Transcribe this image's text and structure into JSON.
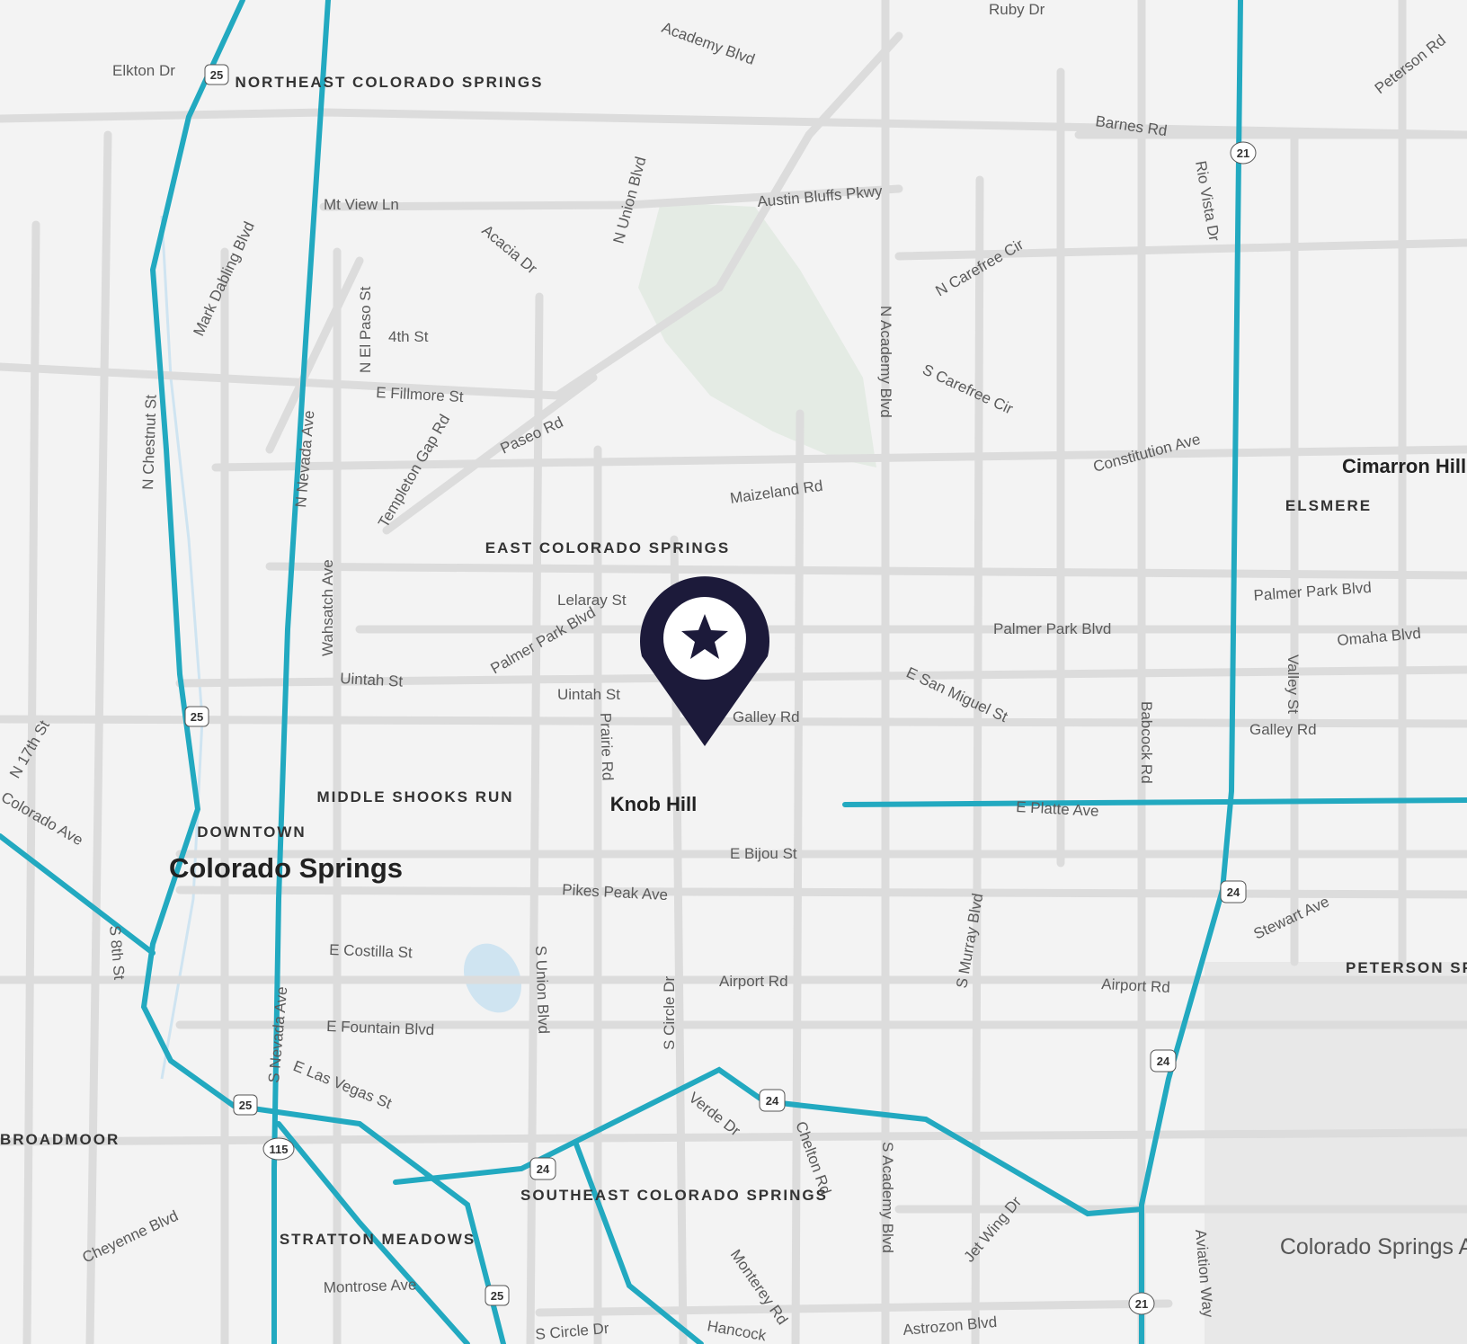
{
  "map": {
    "city": "Colorado Springs",
    "neighborhoods": [
      "NORTHEAST COLORADO SPRINGS",
      "EAST COLORADO SPRINGS",
      "MIDDLE SHOOKS RUN",
      "DOWNTOWN",
      "SOUTHEAST COLORADO SPRINGS",
      "STRATTON MEADOWS",
      "BROADMOOR",
      "ELSMERE",
      "PETERSON SPACE FORCE BASE"
    ],
    "places": [
      "Knob Hill",
      "Cimarron Hills",
      "Colorado Springs Airport"
    ],
    "highways": [
      "25",
      "21",
      "24",
      "115"
    ],
    "roads": [
      "Academy Blvd",
      "Ruby Dr",
      "Elkton Dr",
      "Barnes Rd",
      "Peterson Rd",
      "Mt View Ln",
      "Austin Bluffs Pkwy",
      "N Union Blvd",
      "Acacia Dr",
      "Mark Dabling Blvd",
      "N Carefree Cir",
      "Rio Vista Dr",
      "N El Paso St",
      "4th St",
      "E Fillmore St",
      "N Academy Blvd",
      "S Carefree Cir",
      "N Chestnut St",
      "N Nevada Ave",
      "Templeton Gap Rd",
      "Paseo Rd",
      "Constitution Ave",
      "Maizeland Rd",
      "Wahsatch Ave",
      "Lelaray St",
      "Palmer Park Blvd",
      "Omaha Blvd",
      "Uintah St",
      "E San Miguel St",
      "Valley St",
      "Galley Rd",
      "Prairie Rd",
      "Babcock Rd",
      "N 17th St",
      "E Platte Ave",
      "Colorado Ave",
      "E Bijou St",
      "Pikes Peak Ave",
      "Stewart Ave",
      "S 8th St",
      "E Costilla St",
      "S Union Blvd",
      "S Murray Blvd",
      "Airport Rd",
      "S Circle Dr",
      "E Fountain Blvd",
      "S Nevada Ave",
      "E Las Vegas St",
      "Verde Dr",
      "Chelton Rd",
      "S Academy Blvd",
      "Cheyenne Blvd",
      "Jet Wing Dr",
      "Monterey Rd",
      "Montrose Ave",
      "Aviation Way",
      "Astrozon Blvd",
      "Hancock"
    ]
  },
  "marker": {
    "icon": "star-icon",
    "color": "#1c1a3a"
  },
  "colors": {
    "background": "#f3f3f3",
    "road": "#dcdcdc",
    "highway": "#22a9c0",
    "park": "#e4ebe4",
    "water": "#cfe4f1"
  }
}
